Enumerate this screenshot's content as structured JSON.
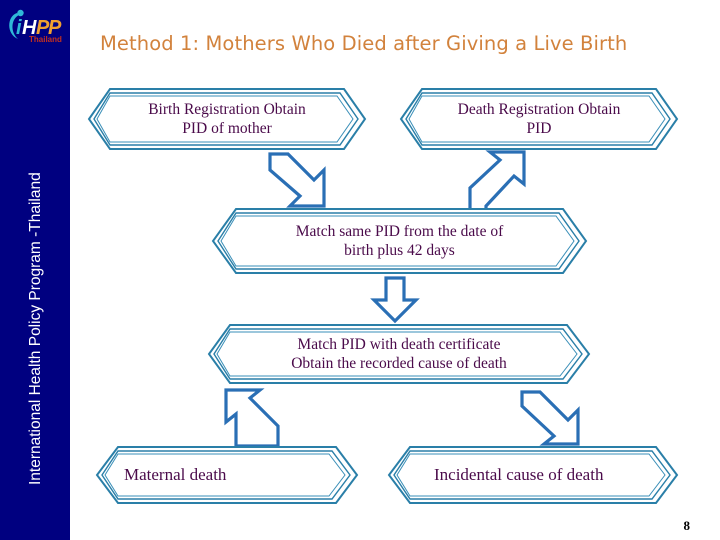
{
  "slide": {
    "title": "Method 1: Mothers Who Died after Giving a Live Birth",
    "page_number": "8",
    "title_color": "#d2823c",
    "sidebar_color": "#000080",
    "box_border_color": "#1f6f9c",
    "box_text_color": "#4a0a4a",
    "arrow_color": "#2a6fb5"
  },
  "sidebar": {
    "vertical_text": "International Health Policy Program -Thailand",
    "logo": {
      "main_text": "iHPP",
      "sub_text": "Thailand",
      "icon": "ihpp-logo-icon"
    }
  },
  "flowchart": {
    "boxes": [
      {
        "id": "birth-registration",
        "line1": "Birth Registration Obtain",
        "line2": "PID of mother",
        "shape": "hexagon"
      },
      {
        "id": "death-registration",
        "line1": "Death Registration Obtain",
        "line2": "PID",
        "shape": "hexagon"
      },
      {
        "id": "match-same-pid",
        "line1": "Match same PID from the date of",
        "line2": "birth plus 42 days",
        "shape": "hexagon"
      },
      {
        "id": "match-pid-death-certificate",
        "line1": "Match PID with death certificate",
        "line2": "Obtain the recorded cause of death",
        "shape": "hexagon"
      },
      {
        "id": "maternal-death",
        "line1": "Maternal death",
        "line2": "",
        "shape": "hexagon"
      },
      {
        "id": "incidental-cause-of-death",
        "line1": "Incidental cause of death",
        "line2": "",
        "shape": "hexagon"
      }
    ],
    "arrows": [
      {
        "id": "arrow-birth-to-match",
        "direction": "bent-down-right"
      },
      {
        "id": "arrow-death-to-match",
        "direction": "bent-up-right"
      },
      {
        "id": "arrow-match-to-certificate",
        "direction": "down"
      },
      {
        "id": "arrow-certificate-to-maternal",
        "direction": "bent-up-left"
      },
      {
        "id": "arrow-certificate-to-incidental",
        "direction": "bent-down-right"
      }
    ]
  }
}
